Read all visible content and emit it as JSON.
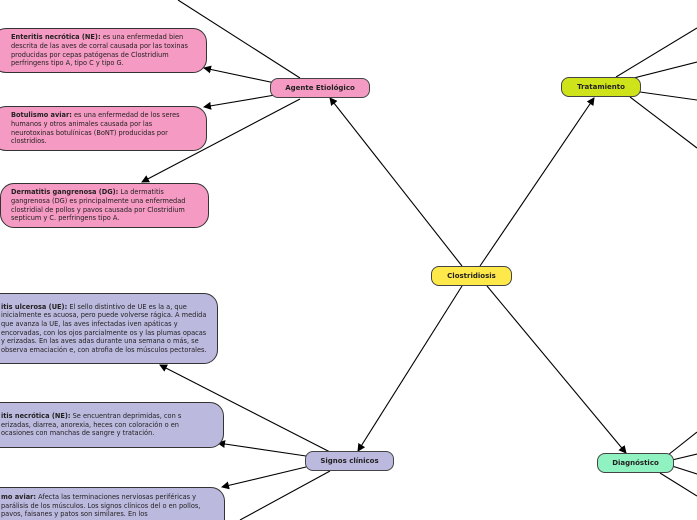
{
  "central": {
    "label": "Clostridiosis",
    "color": "#ffe94a"
  },
  "branches": [
    {
      "key": "agente",
      "label": "Agente Etiológico",
      "color": "#f59ac2"
    },
    {
      "key": "tratamiento",
      "label": "Tratamiento",
      "color": "#cfe31a"
    },
    {
      "key": "signos",
      "label": "Signos clínicos",
      "color": "#bcb9de"
    },
    {
      "key": "diagnostico",
      "label": "Diagnóstico",
      "color": "#8ff2c0"
    }
  ],
  "agente_notes": [
    {
      "title": "Enteritis necrótica (NE):",
      "text": "es una enfermedad bien descrita de las aves de corral causada por las toxinas producidas por cepas patógenas de Clostridium perfringens tipo A, tipo C y tipo G."
    },
    {
      "title": "Botulismo aviar:",
      "text": "es una enfermedad de los seres humanos y otros animales causada por las neurotoxinas botulínicas (BoNT) producidas por clostridios."
    },
    {
      "title": "Dermatitis gangrenosa (DG):",
      "text": "La dermatitis gangrenosa (DG) es principalmente una enfermedad clostridial de pollos y pavos causada por Clostridium septicum y C. perfringens tipo A."
    }
  ],
  "signos_notes": [
    {
      "title": "itis ulcerosa (UE):",
      "text": "El sello distintivo de UE es la a, que inicialmente es acuosa, pero puede volverse rágica. A medida que avanza la UE, las aves infectadas iven apáticas y encorvadas, con los ojos parcialmente os y las plumas opacas y erizadas. En las aves adas durante una semana o más, se observa emaciación e, con atrofia de los músculos pectorales."
    },
    {
      "title": "itis necrótica (NE):",
      "text": "Se encuentran deprimidas, con s erizadas, diarrea, anorexia, heces con coloración o en ocasiones con manchas de sangre y tratación."
    },
    {
      "title": "mo aviar:",
      "text": "Afecta las terminaciones nerviosas periféricas y parálisis de los músculos. Los signos clínicos del o en pollos, pavos, faisanes y patos son similares. En los"
    }
  ]
}
